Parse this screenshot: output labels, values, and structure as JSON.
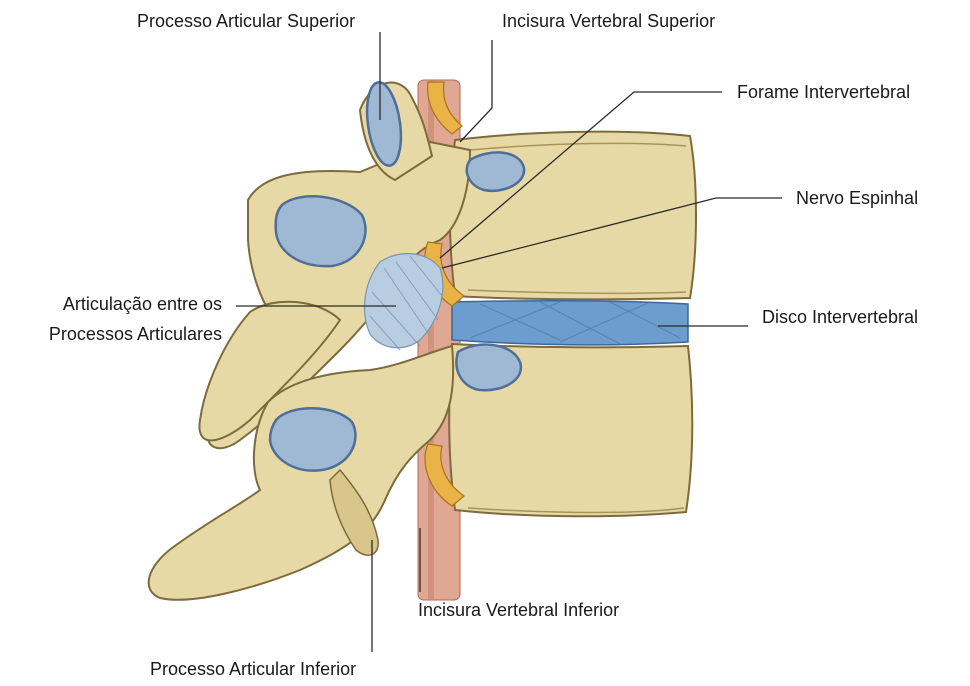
{
  "labels": {
    "processo_articular_superior": "Processo Articular Superior",
    "incisura_vertebral_superior": "Incisura Vertebral Superior",
    "forame_intervertebral": "Forame Intervertebral",
    "nervo_espinhal": "Nervo Espinhal",
    "articulacao_line1": "Articulação entre os",
    "articulacao_line2": "Processos Articulares",
    "disco_intervertebral": "Disco Intervertebral",
    "incisura_vertebral_inferior": "Incisura Vertebral Inferior",
    "processo_articular_inferior": "Processo Articular Inferior"
  },
  "colors": {
    "bone": "#e7d9a6",
    "cartilage": "#9fb8d4",
    "disc": "#6d9ccf",
    "nerve": "#e9b347",
    "spinal_cord": "#e0a792"
  }
}
